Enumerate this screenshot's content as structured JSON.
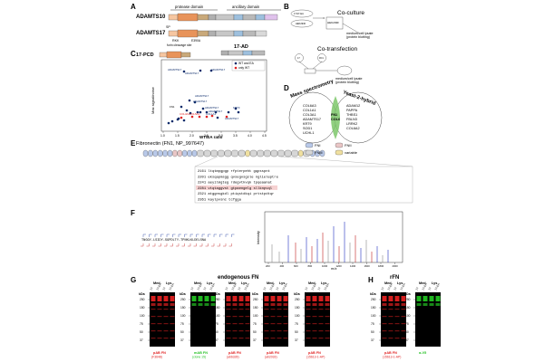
{
  "panel_letters": {
    "A": "A",
    "B": "B",
    "C": "C",
    "D": "D",
    "E": "E",
    "F": "F",
    "G": "G",
    "H": "H"
  },
  "panelA": {
    "adamts10": "ADAMTS10",
    "adamts17": "ADAMTS17",
    "protease_domain": "protease domain",
    "ancillary_domain": "ancillary domain",
    "sp": "SP",
    "furin_label": "furin cleavage site",
    "pco": "17-PCD",
    "ad": "17-AD",
    "e_mut": "E390A",
    "rkk": "RKK"
  },
  "panelB": {
    "coculture": "Co-culture",
    "cotransfection": "Co-transfection",
    "heks": "HEK293F",
    "medium_lysate_1": "medium/cell lysate",
    "ms_1": "(protein blotting)",
    "medium_lysate_2": "medium/cell lysate",
    "ms_2": "(protein blotting)"
  },
  "panelC": {
    "ylabel": "Max signal/noise",
    "xlabel": "WT/EA ratio",
    "legend_both": "WT and EA",
    "legend_only": "only WT",
    "xticks": [
      "1.0",
      "1.5",
      "2.0",
      "2.5",
      "3.0",
      "3.5",
      "4.0",
      "4.5"
    ],
    "labels": [
      "ADAMTS17",
      "ADAMTS17",
      "ADAMTS17",
      "ADAMTS17",
      "ADAMTS17",
      "ADAMTS17",
      "FN1",
      "COL5A1",
      "COL3A1",
      "COL1A1",
      "KRT9",
      "ADAMTS17",
      "ADAMTS17"
    ]
  },
  "panelD": {
    "ms_title": "Mass spectrometry",
    "y2h_title": "Yeast-2-hybrid",
    "left_list": [
      "COL6A3",
      "COL1A1",
      "COL3A1",
      "ADAMTS17",
      "KRT9",
      "SOD1",
      "UCHL1"
    ],
    "center": [
      "FN1",
      "COL6"
    ],
    "right_list": [
      "ADAM12",
      "PAPPA",
      "THBS1",
      "FBLN3",
      "LRRK2",
      "COL6A2"
    ]
  },
  "panelE": {
    "title": "Fibronectin (FN1, NP_997647)",
    "legend": [
      "FNI",
      "FNII",
      "FNIII",
      "variable"
    ],
    "seq_lines": [
      "2161 ltqtmpgpgp rfpterpeht gqpsspnt",
      "2201 eksqapmsgg qvsegvsgsle nglieleptre",
      "2241 aeyilmgteg rdegvtkvqk tpqeaanat",
      "2281 vtqtaggvst gtpaengelg sllknpvql",
      "2321 atggnsgkdl ptiqstdkqi prtstpdtqr",
      "2361 kaylpvsnc tcfgga"
    ]
  },
  "panelF": {
    "ylabel": "Intensity",
    "xlabel": "m/z",
    "peptide": "TNGGY-LSIDY-SGPDLTY-TPNKLKLDELSNA",
    "xticks": [
      "200",
      "400",
      "600",
      "800",
      "1000",
      "1200",
      "1400",
      "1600",
      "1800",
      "2000"
    ]
  },
  "panelG": {
    "title": "endogenous FN",
    "lanes_med": "Med",
    "lanes_lys": "Lys",
    "lane_labels": [
      "17",
      "17-EA",
      "17",
      "17-EA"
    ],
    "kda": "kDa",
    "markers": [
      "250",
      "150",
      "100",
      "75",
      "50",
      "37"
    ],
    "blots": [
      {
        "label": "pAB FN",
        "sub": "(F3648)",
        "color": "red"
      },
      {
        "label": "mAB FN",
        "sub": "(clone 15)",
        "color": "green"
      },
      {
        "label": "pAB FN",
        "sub": "(ab6328)",
        "color": "red"
      },
      {
        "label": "pAB FN",
        "sub": "(ab2033)",
        "color": "red"
      },
      {
        "label": "pAB FN",
        "sub": "(15613-1-AP)",
        "color": "red"
      }
    ]
  },
  "panelH": {
    "title": "rFN",
    "blots": [
      {
        "label": "pAB FN",
        "sub": "(15613-1-AP)",
        "color": "red"
      },
      {
        "label": "α-V5",
        "sub": "",
        "color": "green"
      }
    ]
  },
  "colors": {
    "red": "#e02020",
    "green": "#22c022",
    "blue": "#1e3a8a",
    "navy": "#0d2c6b",
    "salmon": "#f4a1a1",
    "darkred": "#8b0000"
  }
}
